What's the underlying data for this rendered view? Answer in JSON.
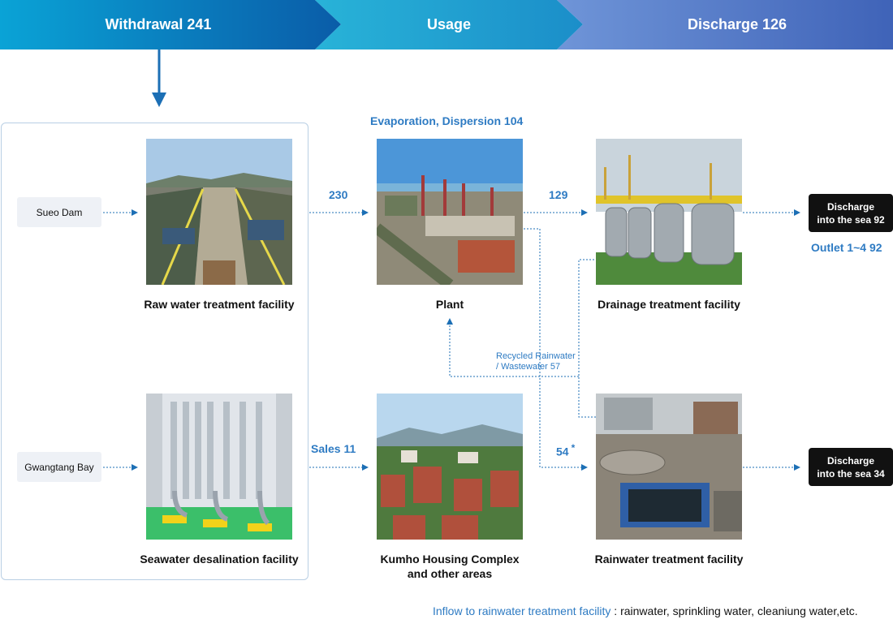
{
  "header": {
    "withdrawal": "Withdrawal 241",
    "usage": "Usage",
    "discharge": "Discharge 126"
  },
  "sources": {
    "sueo": "Sueo Dam",
    "gwangtang": "Gwangtang Bay"
  },
  "facilities": {
    "raw_water": "Raw water treatment facility",
    "seawater": "Seawater desalination facility",
    "plant": "Plant",
    "housing_line1": "Kumho Housing Complex",
    "housing_line2": "and other areas",
    "drainage": "Drainage treatment facility",
    "rainwater": "Rainwater treatment facility"
  },
  "flows": {
    "evaporation": "Evaporation, Dispersion 104",
    "to_plant": "230",
    "to_drainage": "129",
    "sales": "Sales 11",
    "to_rainwater": "54",
    "to_rainwater_mark": "*",
    "recycled_line1": "Recycled Rainwater",
    "recycled_line2": "/ Wastewater 57",
    "outlet": "Outlet 1~4 92"
  },
  "discharge": {
    "top_line1": "Discharge",
    "top_line2": "into the sea 92",
    "bottom_line1": "Discharge",
    "bottom_line2": "into the sea 34"
  },
  "footnote": {
    "label": "Inflow to rainwater treatment facility",
    "text": " : rainwater, sprinkling water, cleaniung water,etc."
  },
  "colors": {
    "accent": "#2e7bc3",
    "arrow": "#1c6fb5"
  }
}
